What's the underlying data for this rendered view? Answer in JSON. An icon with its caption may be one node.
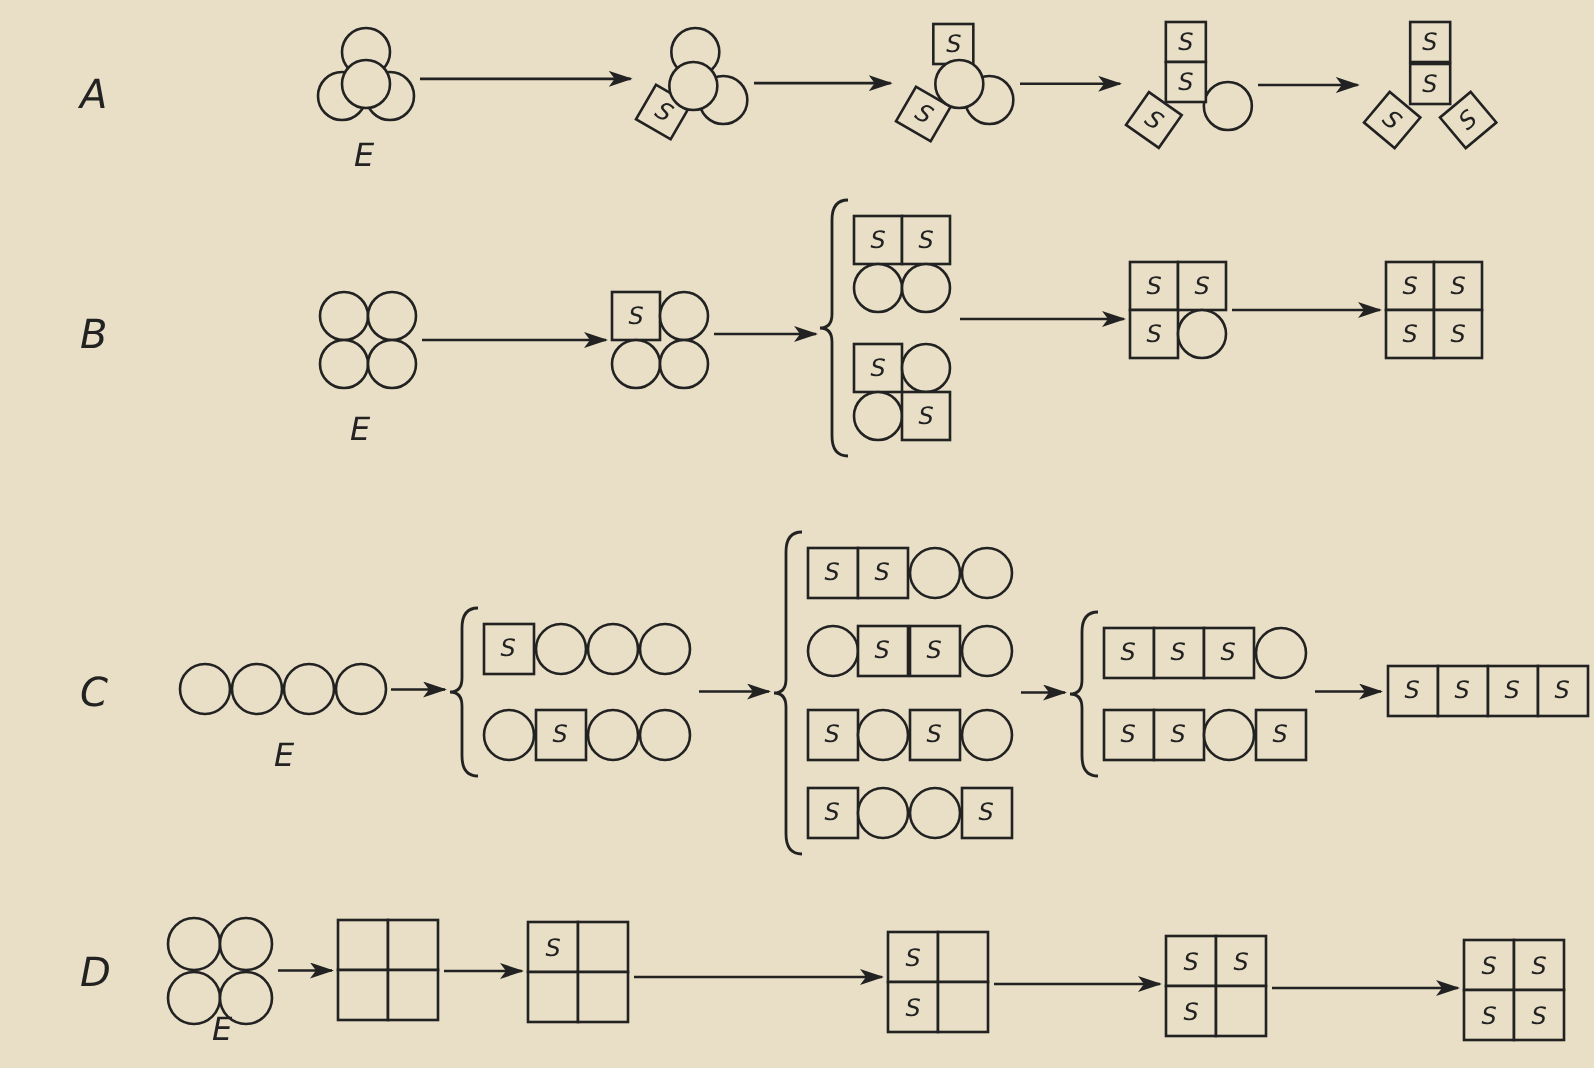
{
  "diagram": {
    "nodes": [
      {
        "text": [],
        "shape": "circle",
        "beside": [
          "E"
        ]
      },
      {
        "text": [
          "S"
        ]
      },
      {
        "text": [
          "S",
          "S"
        ]
      },
      {
        "text": [
          "S",
          "S",
          "S"
        ]
      },
      {
        "text": [
          "S",
          "S",
          "S",
          "S"
        ]
      },
      {
        "text": [],
        "shape": "circle",
        "beside": [
          "E"
        ]
      },
      {
        "text": [
          "S"
        ]
      },
      {
        "text": [],
        "shape": "brace"
      },
      {
        "text": [
          "S",
          "S"
        ],
        "in": 7
      },
      {
        "text": [
          "S",
          "S"
        ],
        "in": 7
      },
      {
        "text": [
          "S",
          "S",
          "S"
        ]
      },
      {
        "text": [
          "S",
          "S",
          "S",
          "S"
        ]
      },
      {
        "text": [],
        "shape": "circle",
        "beside": [
          "E"
        ]
      },
      {
        "text": [],
        "shape": "brace"
      },
      {
        "text": [
          "S"
        ],
        "in": 13
      },
      {
        "text": [
          "S"
        ],
        "in": 13
      },
      {
        "text": [],
        "shape": "brace"
      },
      {
        "text": [
          "S",
          "S"
        ],
        "in": 16
      },
      {
        "text": [
          "S",
          "S"
        ],
        "in": 16
      },
      {
        "text": [
          "S",
          "S"
        ],
        "in": 16
      },
      {
        "text": [
          "S",
          "S"
        ],
        "in": 16
      },
      {
        "text": [],
        "shape": "brace"
      },
      {
        "text": [
          "S",
          "S",
          "S"
        ],
        "in": 21
      },
      {
        "text": [
          "S",
          "S",
          "S"
        ],
        "in": 21
      },
      {
        "text": [
          "S",
          "S",
          "S",
          "S"
        ]
      },
      {
        "text": [],
        "shape": "circle",
        "beside": [
          "E"
        ]
      },
      {
        "text": [],
        "shape": "box"
      },
      {
        "text": [
          "S"
        ]
      },
      {
        "text": [
          "S",
          "S"
        ]
      },
      {
        "text": [
          "S",
          "S",
          "S"
        ]
      },
      {
        "text": [
          "S",
          "S",
          "S",
          "S"
        ]
      }
    ],
    "edges": [
      {
        "from": 0,
        "to": 1,
        "arrow": "to"
      },
      {
        "from": 1,
        "to": 2,
        "arrow": "to"
      },
      {
        "from": 2,
        "to": 3,
        "arrow": "to"
      },
      {
        "from": 3,
        "to": 4,
        "arrow": "to"
      },
      {
        "from": 5,
        "to": 6,
        "arrow": "to"
      },
      {
        "from": 6,
        "to": 7,
        "arrow": "to"
      },
      {
        "from": 7,
        "to": 10,
        "arrow": "to"
      },
      {
        "from": 10,
        "to": 11,
        "arrow": "to"
      },
      {
        "from": 12,
        "to": 13,
        "arrow": "to"
      },
      {
        "from": 13,
        "to": 16,
        "arrow": "to"
      },
      {
        "from": 16,
        "to": 21,
        "arrow": "to"
      },
      {
        "from": 21,
        "to": 24,
        "arrow": "to"
      },
      {
        "from": 25,
        "to": 26,
        "arrow": "to"
      },
      {
        "from": 26,
        "to": 27,
        "arrow": "to"
      },
      {
        "from": 27,
        "to": 28,
        "arrow": "to"
      },
      {
        "from": 28,
        "to": 29,
        "arrow": "to"
      },
      {
        "from": 29,
        "to": 30,
        "arrow": "to"
      }
    ],
    "labels": [
      "A",
      "B",
      "C",
      "D"
    ]
  }
}
